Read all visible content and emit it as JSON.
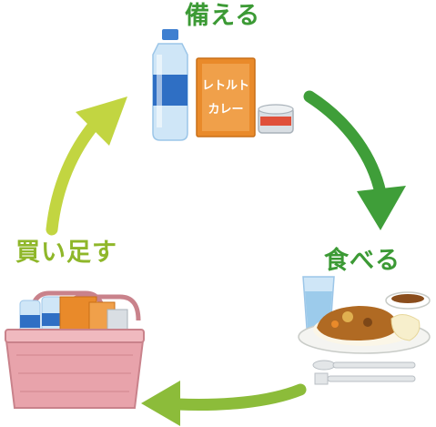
{
  "cycle": {
    "stock_label": "備える",
    "eat_label": "食べる",
    "replenish_label": "買い足す"
  },
  "items": {
    "curry_box_text_line1": "レトルト",
    "curry_box_text_line2": "カレー"
  },
  "colors": {
    "label_green": "#3c9a35",
    "arrow_dark_green": "#3f9e39",
    "arrow_light_green": "#a9c93a",
    "basket_pink": "#e8a3ab",
    "curry_orange": "#e98a2a"
  }
}
